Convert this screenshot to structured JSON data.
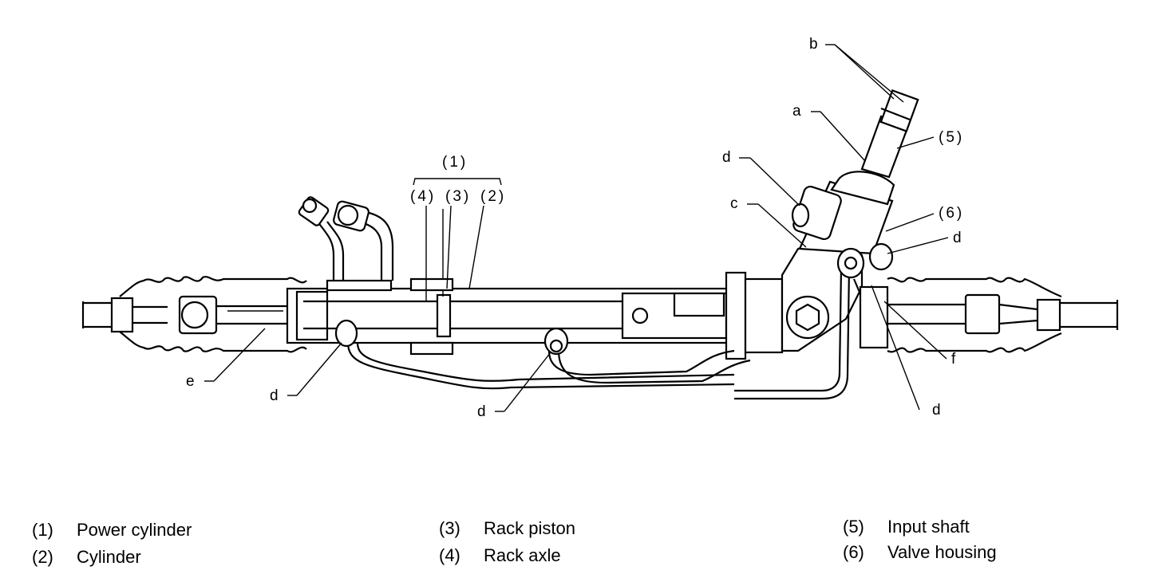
{
  "callouts": {
    "a": "a",
    "b": "b",
    "c": "c",
    "d": "d",
    "e": "e",
    "f": "f",
    "n1": "(1)",
    "n2": "(2)",
    "n3": "(3)",
    "n4": "(4)",
    "n5": "(5)",
    "n6": "(6)"
  },
  "legend": [
    {
      "num": "(1)",
      "text": "Power cylinder"
    },
    {
      "num": "(2)",
      "text": "Cylinder"
    },
    {
      "num": "(3)",
      "text": "Rack piston"
    },
    {
      "num": "(4)",
      "text": "Rack axle"
    },
    {
      "num": "(5)",
      "text": "Input shaft"
    },
    {
      "num": "(6)",
      "text": "Valve housing"
    }
  ]
}
